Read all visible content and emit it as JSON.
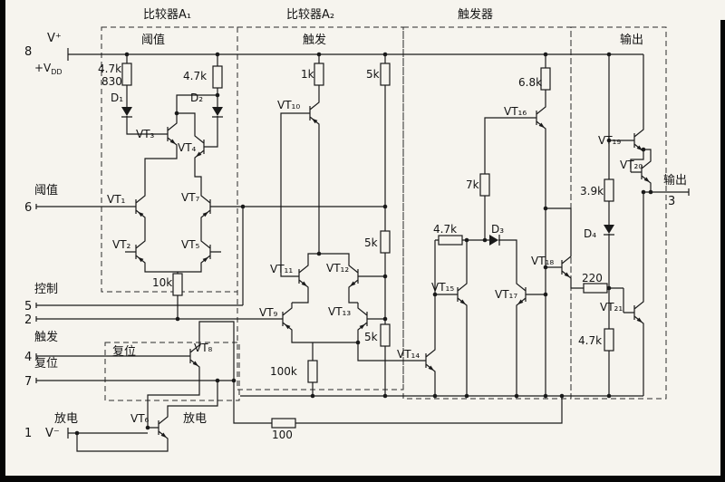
{
  "colors": {
    "ink": "#1a1a1a",
    "paper": "#f6f4ee",
    "frame": "#060606"
  },
  "sections": {
    "comparator_a1": "比较器A₁",
    "comparator_a2": "比较器A₂",
    "flip_flop": "触发器",
    "threshold_top": "阈值",
    "trigger_top": "触发",
    "output_top": "输出",
    "reset_box": "复位"
  },
  "pins": {
    "vplus": "V⁺",
    "p8": "8",
    "vdd_main": "+V",
    "vdd_sub": "DD",
    "threshold": "阈值",
    "p6": "6",
    "control": "控制",
    "p5": "5",
    "p2": "2",
    "trigger": "触发",
    "p4": "4",
    "reset": "复位",
    "p7": "7",
    "discharge_left": "放电",
    "discharge_right": "放电",
    "p1": "1",
    "vminus": "V⁻",
    "output": "输出",
    "p3": "3"
  },
  "components": {
    "r_4k7_a": "4.7k",
    "r_830": "830",
    "r_4k7_b": "4.7k",
    "d1": "D₁",
    "d2": "D₂",
    "vt1": "VT₁",
    "vt2": "VT₂",
    "vt3": "VT₃",
    "vt4": "VT₄",
    "vt5": "VT₅",
    "vt7": "VT₇",
    "r_10k": "10k",
    "r_1k": "1k",
    "r_5k_a": "5k",
    "r_5k_b": "5k",
    "r_5k_c": "5k",
    "vt9": "VT₉",
    "vt10": "VT₁₀",
    "vt11": "VT₁₁",
    "vt12": "VT₁₂",
    "vt13": "VT₁₃",
    "vt14": "VT₁₄",
    "r_100k": "100k",
    "r_4k7_c": "4.7k",
    "r_7k": "7k",
    "d3": "D₃",
    "vt15": "VT₁₅",
    "vt16": "VT₁₆",
    "vt17": "VT₁₇",
    "vt18": "VT₁₈",
    "r_6k8": "6.8k",
    "vt19": "VT₁₉",
    "vt20": "VT₂₀",
    "vt21": "VT₂₁",
    "r_3k9": "3.9k",
    "d4": "D₄",
    "r_220": "220",
    "r_4k7_d": "4.7k",
    "vt8": "VT₈",
    "vt6": "VT₆",
    "r_100": "100"
  }
}
